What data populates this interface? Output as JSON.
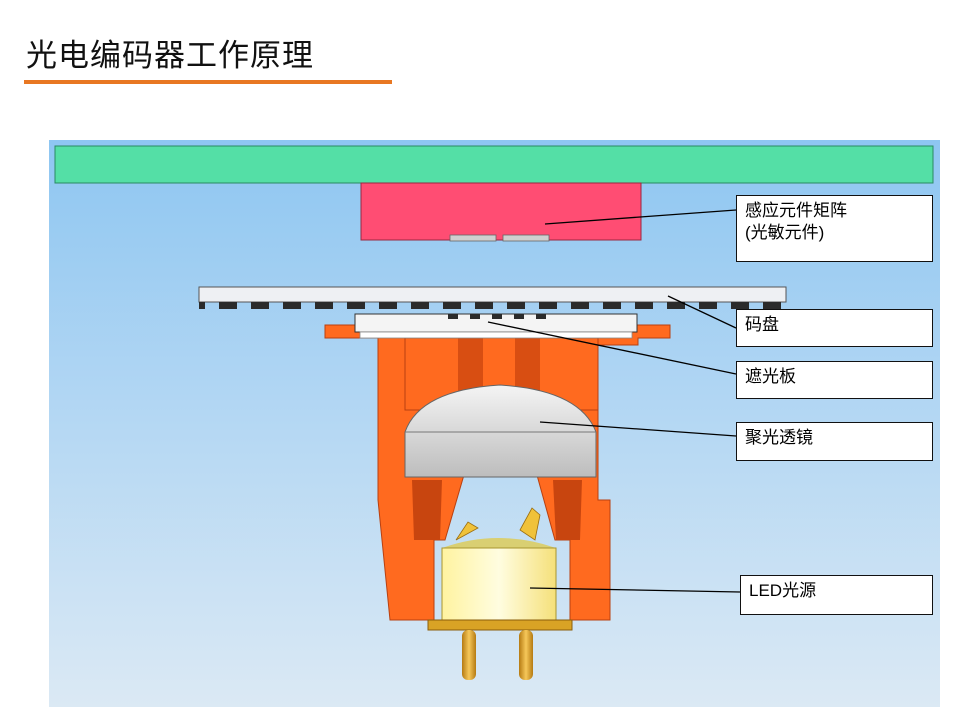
{
  "title": "光电编码器工作原理",
  "labels": {
    "sensor_line1": "感应元件矩阵",
    "sensor_line2": "(光敏元件)",
    "code_disc": "码盘",
    "mask": "遮光板",
    "lens": "聚光透镜",
    "led": "LED光源"
  },
  "colors": {
    "accent": "#e87722",
    "pcb": "#54dfa6",
    "sensor": "#ff4d73",
    "housing": "#ff6a1f",
    "lens": "#e6e6e6",
    "led": "#fff8a8",
    "pins": "#e6a92a"
  }
}
